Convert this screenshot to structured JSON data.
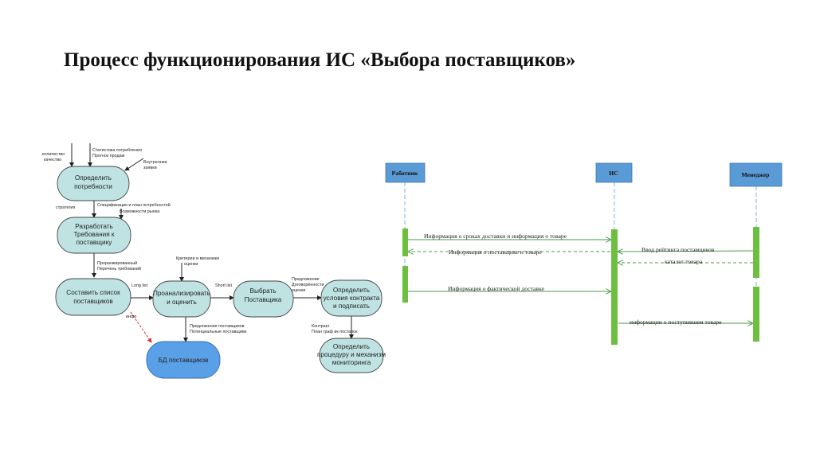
{
  "title": "Процесс функционирования ИС «Выбора поставщиков»",
  "process": {
    "nodes": {
      "determine": [
        "Определить",
        "потребности"
      ],
      "develop": [
        "Разработать",
        "Требования к",
        "поставщику"
      ],
      "compose": [
        "Составить список",
        "поставщиков"
      ],
      "analyze": [
        "Проанализировать",
        "и оценить"
      ],
      "choose": [
        "Выбрать",
        "Поставщика"
      ],
      "contract": [
        "Определить",
        "условия контракта",
        "и подписать"
      ],
      "monitor": [
        "Определить",
        "процедуру и механизм",
        "мониторинга"
      ],
      "db": [
        "БД поставщиков"
      ]
    },
    "labels": {
      "qty_quality": [
        "количество",
        "качество"
      ],
      "stats": [
        "Статистика потребления",
        "Прогноз продаж"
      ],
      "internal": [
        "Внутренние",
        "заявки"
      ],
      "strategy": "стратегия",
      "spec": [
        "Спецификация и план потребностей",
        "Возможности рынка"
      ],
      "prioritized": [
        "Проранжированный",
        "Перечень требований"
      ],
      "criteria": [
        "Критерии и механизм",
        "оценки"
      ],
      "long_list": "Long list",
      "short_list": "Short list",
      "proposals": [
        "Предложение",
        "Договорённости",
        "оценки"
      ],
      "info": "инфо",
      "potential": [
        "Предложения поставщиков",
        "Потенциальные поставщики"
      ],
      "contract_plan": [
        "Контракт",
        "План граф ик поставок"
      ]
    }
  },
  "sequence": {
    "actors": [
      "Работник",
      "ИС",
      "Менеджер"
    ],
    "messages": [
      "Информация о сроках доставки и информация о товаре",
      "Информация о поставщике и товаре",
      "Ввод рейтинга поставщиков",
      "каталог товара",
      "Информация о фактической доставке",
      "информации о поступившем товаре"
    ]
  },
  "colors": {
    "node_fill": "#bfe3e3",
    "db_fill": "#5aa0e6",
    "actor_fill": "#5b9bd5",
    "activation": "#6cbf3f",
    "lifeline": "#7ab3e6",
    "arrow": "#4a9a4a",
    "red_arrow": "#e0302a"
  }
}
